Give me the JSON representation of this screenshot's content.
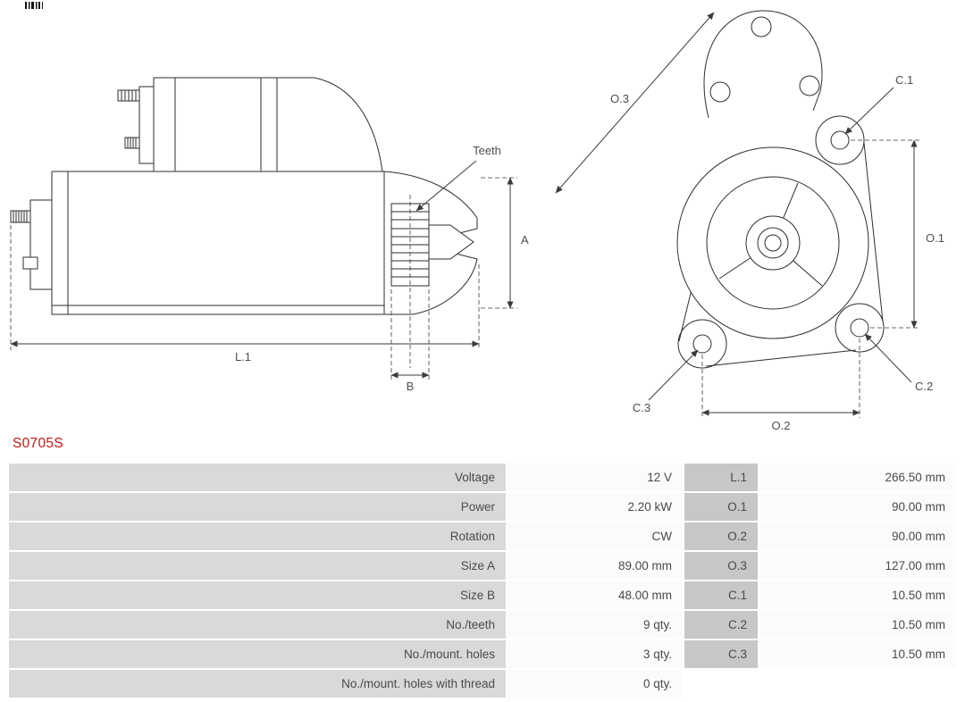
{
  "part_number": "S0705S",
  "colors": {
    "part_number_red": "#cc1517",
    "label_cell_gray": "#d9d9d9",
    "dim_label_cell_gray": "#c7c7c7",
    "value_cell": "#fbfbfb",
    "line_work": "#2e2e2e",
    "dim_text": "#4d4d4d"
  },
  "diagram": {
    "labels": {
      "teeth": "Teeth",
      "a": "A",
      "l1": "L.1",
      "b": "B",
      "o3": "O.3",
      "c1": "C.1",
      "o1": "O.1",
      "c3": "C.3",
      "c2": "C.2",
      "o2": "O.2"
    }
  },
  "table": {
    "rows": [
      {
        "label1": "Voltage",
        "value1": "12 V",
        "label2": "L.1",
        "value2": "266.50 mm"
      },
      {
        "label1": "Power",
        "value1": "2.20 kW",
        "label2": "O.1",
        "value2": "90.00 mm"
      },
      {
        "label1": "Rotation",
        "value1": "CW",
        "label2": "O.2",
        "value2": "90.00 mm"
      },
      {
        "label1": "Size A",
        "value1": "89.00 mm",
        "label2": "O.3",
        "value2": "127.00 mm"
      },
      {
        "label1": "Size B",
        "value1": "48.00 mm",
        "label2": "C.1",
        "value2": "10.50 mm"
      },
      {
        "label1": "No./teeth",
        "value1": "9 qty.",
        "label2": "C.2",
        "value2": "10.50 mm"
      },
      {
        "label1": "No./mount. holes",
        "value1": "3 qty.",
        "label2": "C.3",
        "value2": "10.50 mm"
      },
      {
        "label1": "No./mount. holes with thread",
        "value1": "0 qty.",
        "label2": "",
        "value2": ""
      }
    ]
  }
}
